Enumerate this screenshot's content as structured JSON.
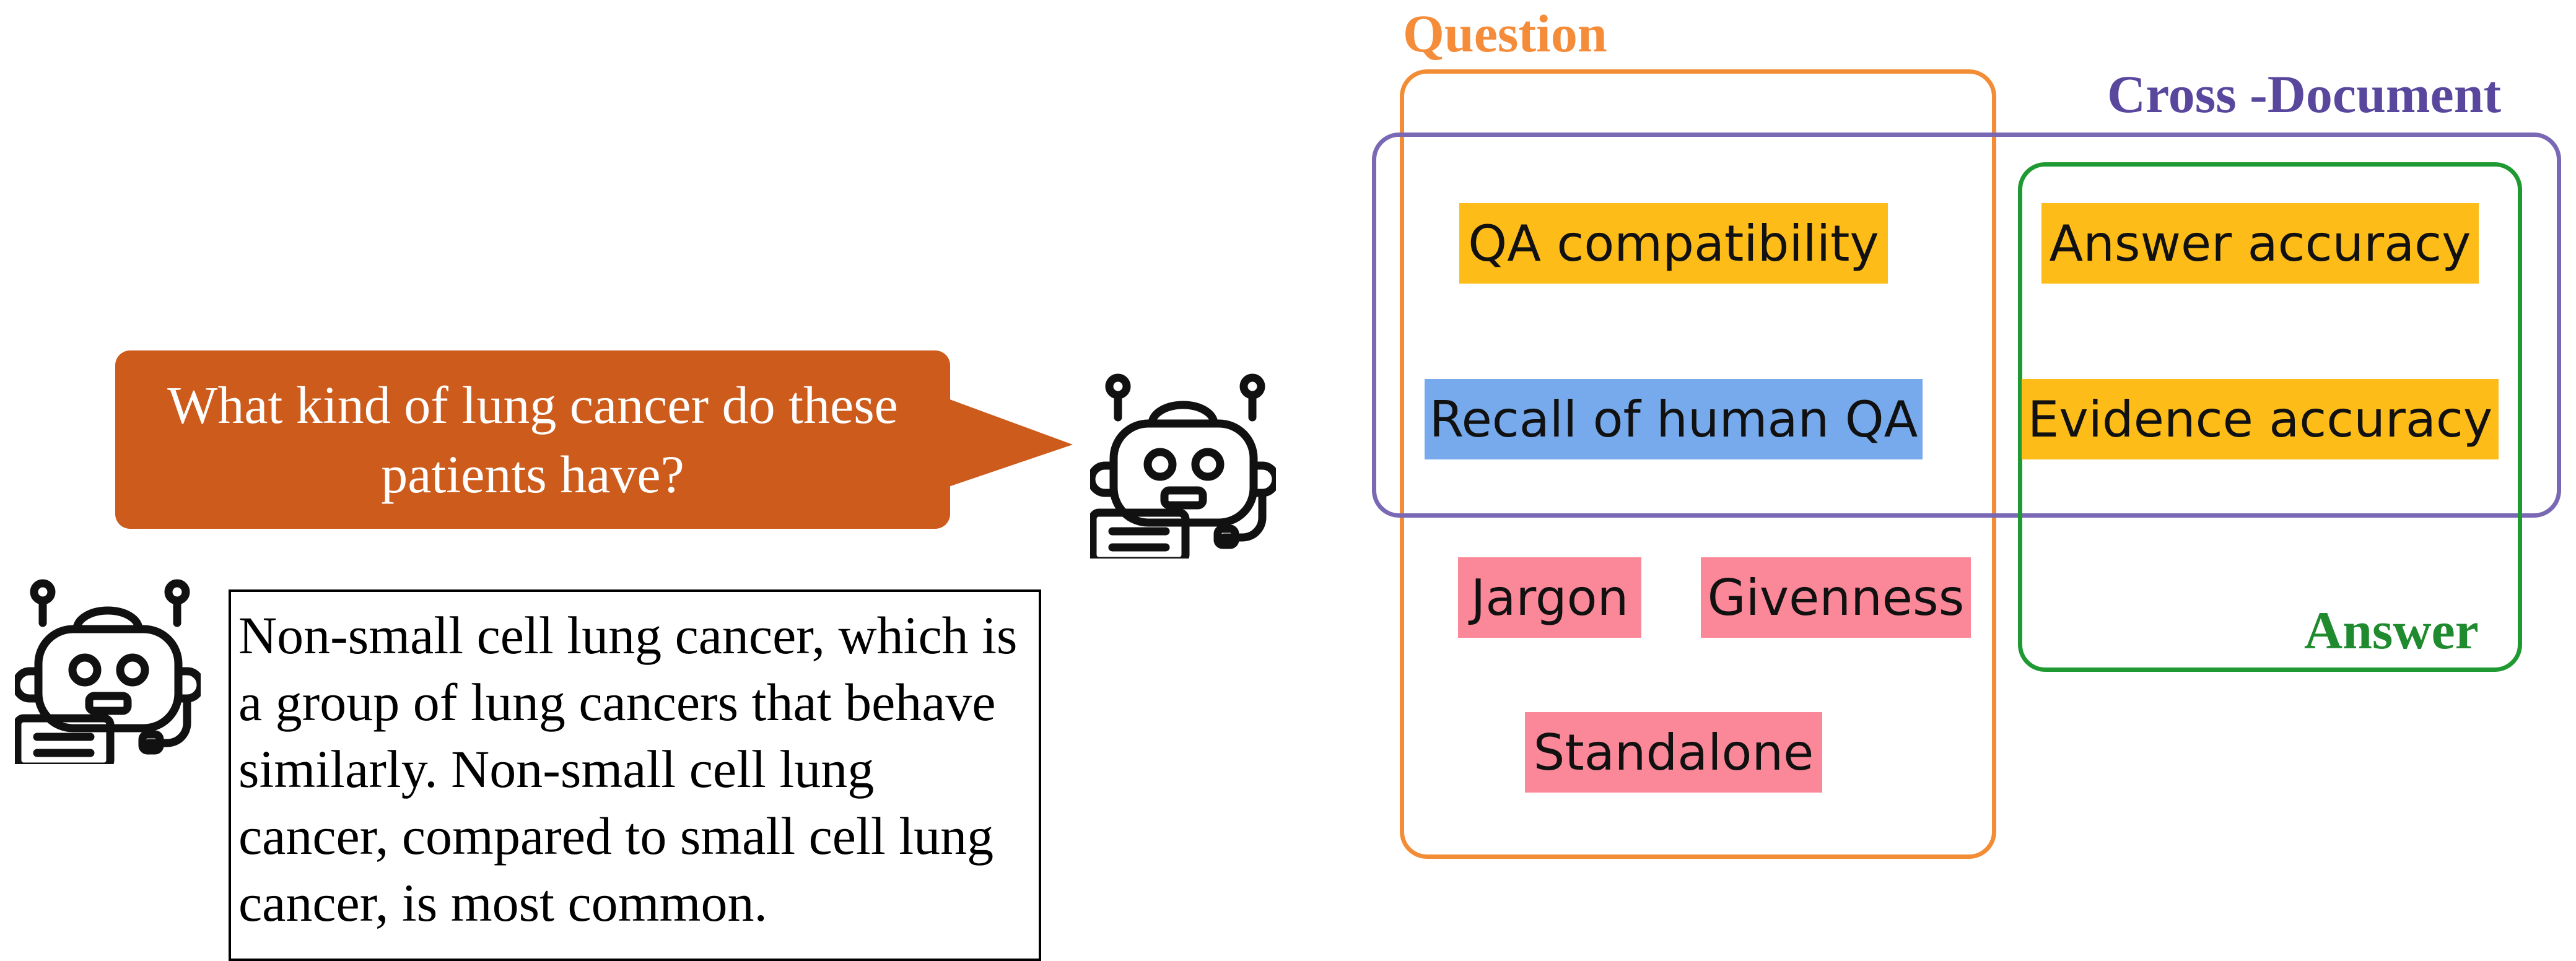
{
  "question_bubble": {
    "text": "What kind of lung cancer do these patients have?",
    "color": "#cc5b1c"
  },
  "answer_text": "Non-small cell lung cancer, which is a group of lung cancers that behave similarly. Non-small cell lung cancer, compared to small cell lung cancer, is most common.",
  "icons": [
    "robot-chatbot-icon",
    "robot-chatbot-icon"
  ],
  "regions": {
    "question": {
      "label": "Question",
      "color": "#f28c35"
    },
    "cross_document": {
      "label": "Cross -Document",
      "color": "#7a68b5"
    },
    "answer": {
      "label": "Answer",
      "color": "#1f9a33"
    }
  },
  "metrics": {
    "qa_compatibility": {
      "label": "QA compatibility",
      "color": "#fdbc18"
    },
    "recall_human_qa": {
      "label": "Recall of human QA",
      "color": "#76aaec"
    },
    "jargon": {
      "label": "Jargon",
      "color": "#fb8898"
    },
    "givenness": {
      "label": "Givenness",
      "color": "#fb8898"
    },
    "standalone": {
      "label": "Standalone",
      "color": "#fb8898"
    },
    "answer_accuracy": {
      "label": "Answer accuracy",
      "color": "#fdbc18"
    },
    "evidence_accuracy": {
      "label": "Evidence accuracy",
      "color": "#fdbc18"
    }
  }
}
